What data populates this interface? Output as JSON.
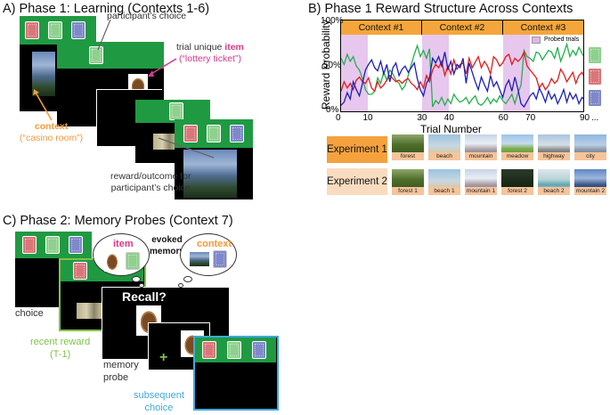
{
  "panelA": {
    "title": "A) Phase 1: Learning (Contexts 1-6)",
    "participant_choice": "participant’s choice",
    "trial_unique_prefix": "trial unique ",
    "trial_unique_item": "item",
    "lottery_ticket": "(“lottery ticket”)",
    "context": "context",
    "casino_room": "(“casino room”)",
    "reward_outcome_line1": "reward/outcome for",
    "reward_outcome_line2": "participant’s choice"
  },
  "panelB": {
    "title": "B) Phase 1 Reward Structure Across Contexts",
    "contexts": [
      "Context #1",
      "Context #2",
      "Context #3",
      "..."
    ],
    "legend": "Probed trials",
    "experiment1": "Experiment 1",
    "experiment2": "Experiment 2",
    "exp1_thumbs": [
      "forest",
      "beach",
      "mountain",
      "meadow",
      "highway",
      "city"
    ],
    "exp2_thumbs": [
      "forest 1",
      "beach 1",
      "mountain 1",
      "forest 2",
      "beach 2",
      "mountain 2"
    ]
  },
  "panelC": {
    "title": "C) Phase 2: Memory Probes (Context 7)",
    "item": "item",
    "evoked_line1": "evoked",
    "evoked_line2": "memory",
    "context": "context",
    "recall": "Recall?",
    "choice": "choice",
    "recent_reward_line1": "recent reward",
    "recent_reward_line2": "(T-1)",
    "memory_probe_line1": "memory",
    "memory_probe_line2": "probe",
    "subsequent_line1": "subsequent",
    "subsequent_line2": "choice",
    "plus": "+"
  },
  "chart_data": {
    "type": "line",
    "title": "B) Phase 1 Reward Structure Across Contexts",
    "xlabel": "Trial Number",
    "ylabel": "Reward Probability",
    "xlim": [
      0,
      90
    ],
    "ylim": [
      0,
      100
    ],
    "xticks": [
      "0",
      "10",
      "30",
      "40",
      "60",
      "70",
      "90",
      "..."
    ],
    "yticks": [
      "0%",
      "50%",
      "100%"
    ],
    "probed_ranges": [
      [
        0,
        10
      ],
      [
        30,
        40
      ],
      [
        60,
        70
      ]
    ],
    "colors": {
      "green": "#22b14c",
      "red": "#e01b1b",
      "blue": "#1a1fb8",
      "probe": "#e8c7ef",
      "band": "#f4a63a"
    },
    "series": [
      {
        "color": "green",
        "values": [
          70,
          62,
          75,
          66,
          72,
          60,
          55,
          44,
          30,
          24,
          24,
          28,
          45,
          38,
          52,
          42,
          55,
          50,
          42,
          38,
          30,
          35,
          48,
          62,
          75,
          86,
          72,
          80,
          70,
          82,
          8,
          16,
          12,
          20,
          10,
          18,
          12,
          24,
          18,
          14,
          16,
          20,
          12,
          18,
          22,
          12,
          10,
          14,
          20,
          12,
          18,
          14,
          22,
          16,
          12,
          18,
          24,
          12,
          26,
          36,
          80,
          72,
          70,
          66,
          78,
          76,
          68,
          74,
          80,
          78,
          70,
          84,
          66,
          76,
          88,
          72,
          80,
          74,
          84,
          76,
          70
        ]
      },
      {
        "color": "red",
        "values": [
          28,
          40,
          32,
          38,
          30,
          42,
          46,
          40,
          38,
          45,
          32,
          28,
          40,
          32,
          36,
          42,
          48,
          44,
          40,
          42,
          38,
          42,
          44,
          38,
          35,
          30,
          40,
          32,
          48,
          40,
          55,
          62,
          58,
          66,
          48,
          60,
          50,
          68,
          56,
          62,
          64,
          50,
          70,
          58,
          65,
          72,
          58,
          66,
          60,
          50,
          72,
          68,
          60,
          64,
          72,
          75,
          62,
          70,
          66,
          70,
          78,
          60,
          55,
          50,
          45,
          32,
          38,
          30,
          35,
          44,
          38,
          42,
          56,
          50,
          40,
          46,
          52,
          38,
          48,
          52,
          44
        ]
      },
      {
        "color": "blue",
        "values": [
          10,
          14,
          26,
          18,
          40,
          30,
          22,
          38,
          55,
          62,
          68,
          58,
          54,
          66,
          50,
          62,
          40,
          58,
          64,
          48,
          56,
          60,
          52,
          58,
          64,
          44,
          30,
          22,
          38,
          45,
          70,
          64,
          72,
          60,
          78,
          56,
          66,
          50,
          62,
          58,
          70,
          38,
          64,
          52,
          40,
          30,
          46,
          36,
          28,
          48,
          34,
          40,
          30,
          20,
          35,
          42,
          28,
          46,
          30,
          12,
          8,
          15,
          22,
          26,
          18,
          32,
          24,
          14,
          28,
          18,
          24,
          12,
          20,
          30,
          14,
          26,
          18,
          24,
          12,
          20,
          16
        ]
      }
    ]
  }
}
